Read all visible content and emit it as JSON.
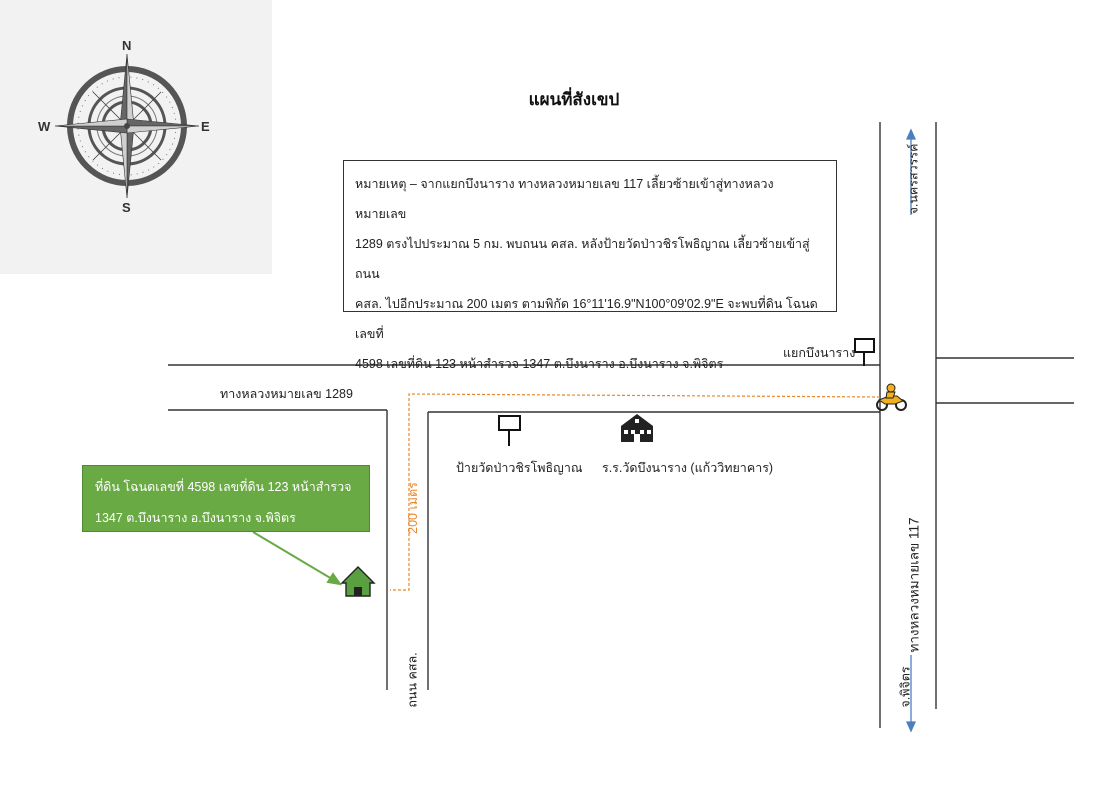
{
  "title": "แผนที่สังเขป",
  "compass": {
    "north": "N",
    "south": "S",
    "east": "E",
    "west": "W"
  },
  "note": {
    "lines": [
      "หมายเหตุ – จากแยกบึงนาราง ทางหลวงหมายเลข 117 เลี้ยวซ้ายเข้าสู่ทางหลวง หมายเลข",
      "1289 ตรงไปประมาณ 5 กม. พบถนน คสล. หลังป้ายวัดป่าวชิรโพธิญาณ เลี้ยวซ้ายเข้าสู่ถนน",
      "คสล. ไปอีกประมาณ 200 เมตร ตามพิกัด 16°11'16.9\"N100°09'02.9\"E จะพบที่ดิน โฉนดเลขที่",
      "4598 เลขที่ดิน 123 หน้าสำรวจ 1347  ต.บึงนาราง อ.บึงนาราง จ.พิจิตร"
    ]
  },
  "roads": {
    "highway_1289": "ทางหลวงหมายเลข 1289",
    "highway_117": "ทางหลวงหมายเลข 117",
    "concrete_road": "ถนน คสล."
  },
  "directions": {
    "nakhon_sawan": "จ.นครสวรรค์",
    "phichit": "จ.พิจิตร"
  },
  "landmarks": {
    "junction": "แยกบึงนาราง",
    "temple_sign": "ป้ายวัดป่าวชิรโพธิญาณ",
    "school": "ร.ร.วัดบึงนาราง (แก้ววิทยาคาร)"
  },
  "route_distance": "200 เมตร",
  "land": {
    "line1": "ที่ดิน โฉนดเลขที่ 4598 เลขที่ดิน 123 หน้าสำรวจ",
    "line2": "1347  ต.บึงนาราง อ.บึงนาราง จ.พิจิตร"
  },
  "colors": {
    "route": "#e8872a",
    "land_box": "#6aaa45",
    "arrow_blue": "#4a7fc0",
    "house": "#5aa040",
    "motorbike": "#f0b020"
  }
}
